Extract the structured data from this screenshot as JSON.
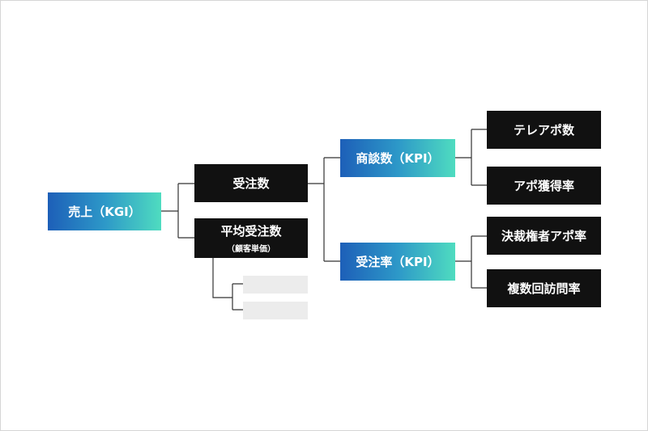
{
  "diagram": {
    "root": {
      "label": "売上（KGI）",
      "gradient": [
        "#1d5fb8",
        "#4fdcc0"
      ]
    },
    "level1": [
      {
        "label": "受注数"
      },
      {
        "label": "平均受注数",
        "sublabel": "（顧客単価）"
      }
    ],
    "level2": [
      {
        "label": "商談数（KPI）"
      },
      {
        "label": "受注率（KPI）"
      }
    ],
    "level3": [
      {
        "label": "テレアポ数"
      },
      {
        "label": "アポ獲得率"
      },
      {
        "label": "決裁権者アポ率"
      },
      {
        "label": "複数回訪問率"
      }
    ],
    "colors": {
      "dark_box": "#111111",
      "line": "#333333",
      "placeholder": "#ececec"
    }
  }
}
